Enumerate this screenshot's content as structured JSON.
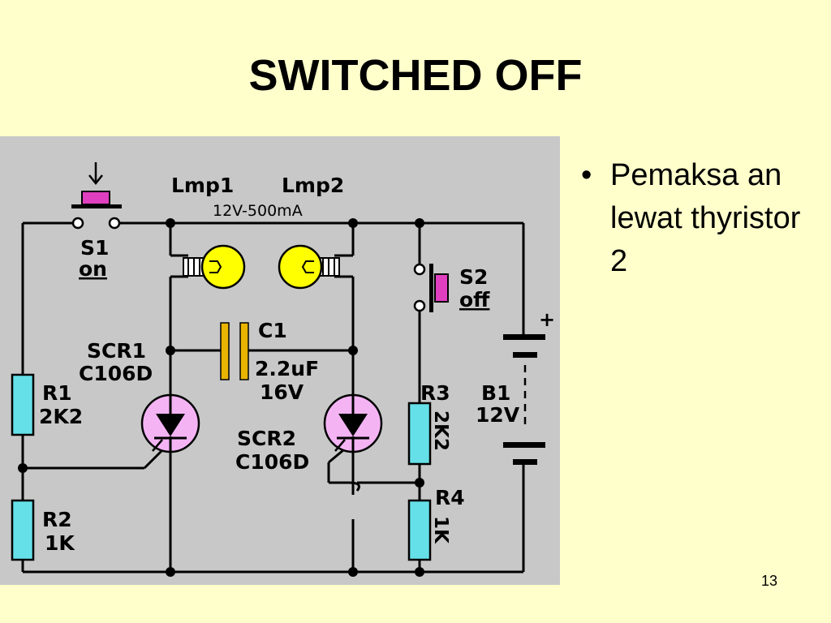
{
  "slide": {
    "title": "SWITCHED OFF",
    "page_number": "13",
    "bullets": [
      "Pemaksa an lewat thyristor 2"
    ]
  },
  "circuit": {
    "labels": {
      "lmp1": "Lmp1",
      "lmp2": "Lmp2",
      "lamp_rating": "12V-500mA",
      "s1": "S1",
      "s1_state": "on",
      "s2": "S2",
      "s2_state": "off",
      "c1": "C1",
      "c1_value": "2.2uF",
      "c1_voltage": "16V",
      "scr1": "SCR1",
      "scr1_part": "C106D",
      "scr2": "SCR2",
      "scr2_part": "C106D",
      "r1": "R1",
      "r1_value": "2K2",
      "r2": "R2",
      "r2_value": "1K",
      "r3": "R3",
      "r3_value": "2K2",
      "r4": "R4",
      "r4_value": "1K",
      "b1": "B1",
      "b1_value": "12V",
      "plus": "+"
    },
    "colors": {
      "panel": "#c8c8c8",
      "wire": "#000000",
      "resistor": "#66e0e8",
      "lamp": "#ffff00",
      "capacitor": "#e8b400",
      "scr_body": "#f4b4f4",
      "switch_button": "#e040c0"
    }
  }
}
